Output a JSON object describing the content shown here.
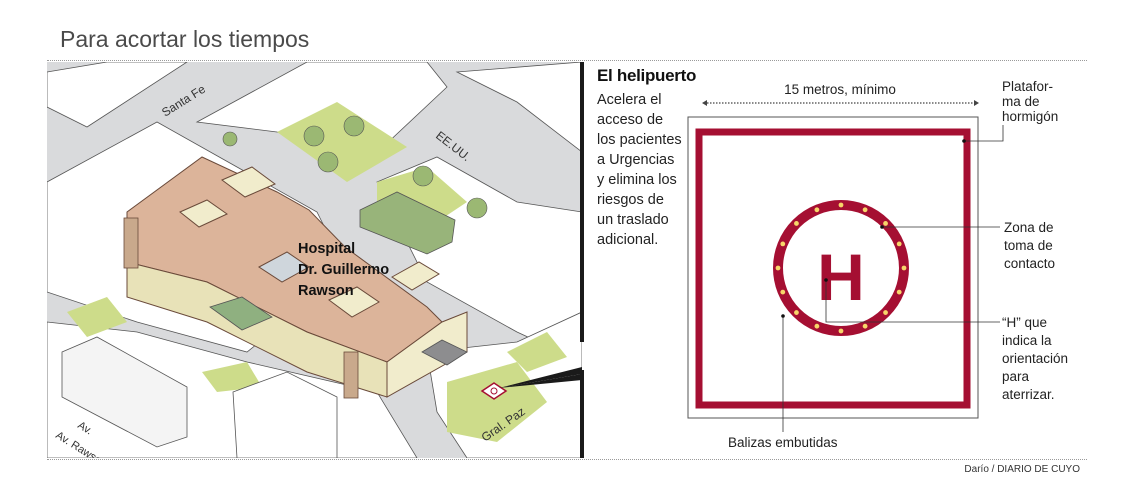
{
  "title": "Para acortar los tiempos",
  "map": {
    "streets": [
      "Santa Fe",
      "EE.UU.",
      "Gral. Paz",
      "Av. Rawson"
    ],
    "hospital_label": [
      "Hospital",
      "Dr. Guillermo",
      "Rawson"
    ]
  },
  "panel": {
    "heading": "El helipuerto",
    "description": "Acelera el acceso de los pacientes a Urgencias y elimina los riesgos de un traslado adicional.",
    "dimension_label": "15 metros, mínimo",
    "helipad_letter": "H",
    "annotations": {
      "platform": "Platafor-ma de hormigón",
      "touchdown": "Zona de toma de contacto",
      "h_marker": "“H” que indica la orientación para aterrizar.",
      "lights": "Balizas embutidas"
    }
  },
  "credit": "Darío / DIARIO DE CUYO",
  "colors": {
    "helipad_red": "#a50f32",
    "light_yellow": "#f7d66a",
    "roof": "#dcb49a",
    "grass": "#cddc8a",
    "street": "#d9dadc"
  }
}
